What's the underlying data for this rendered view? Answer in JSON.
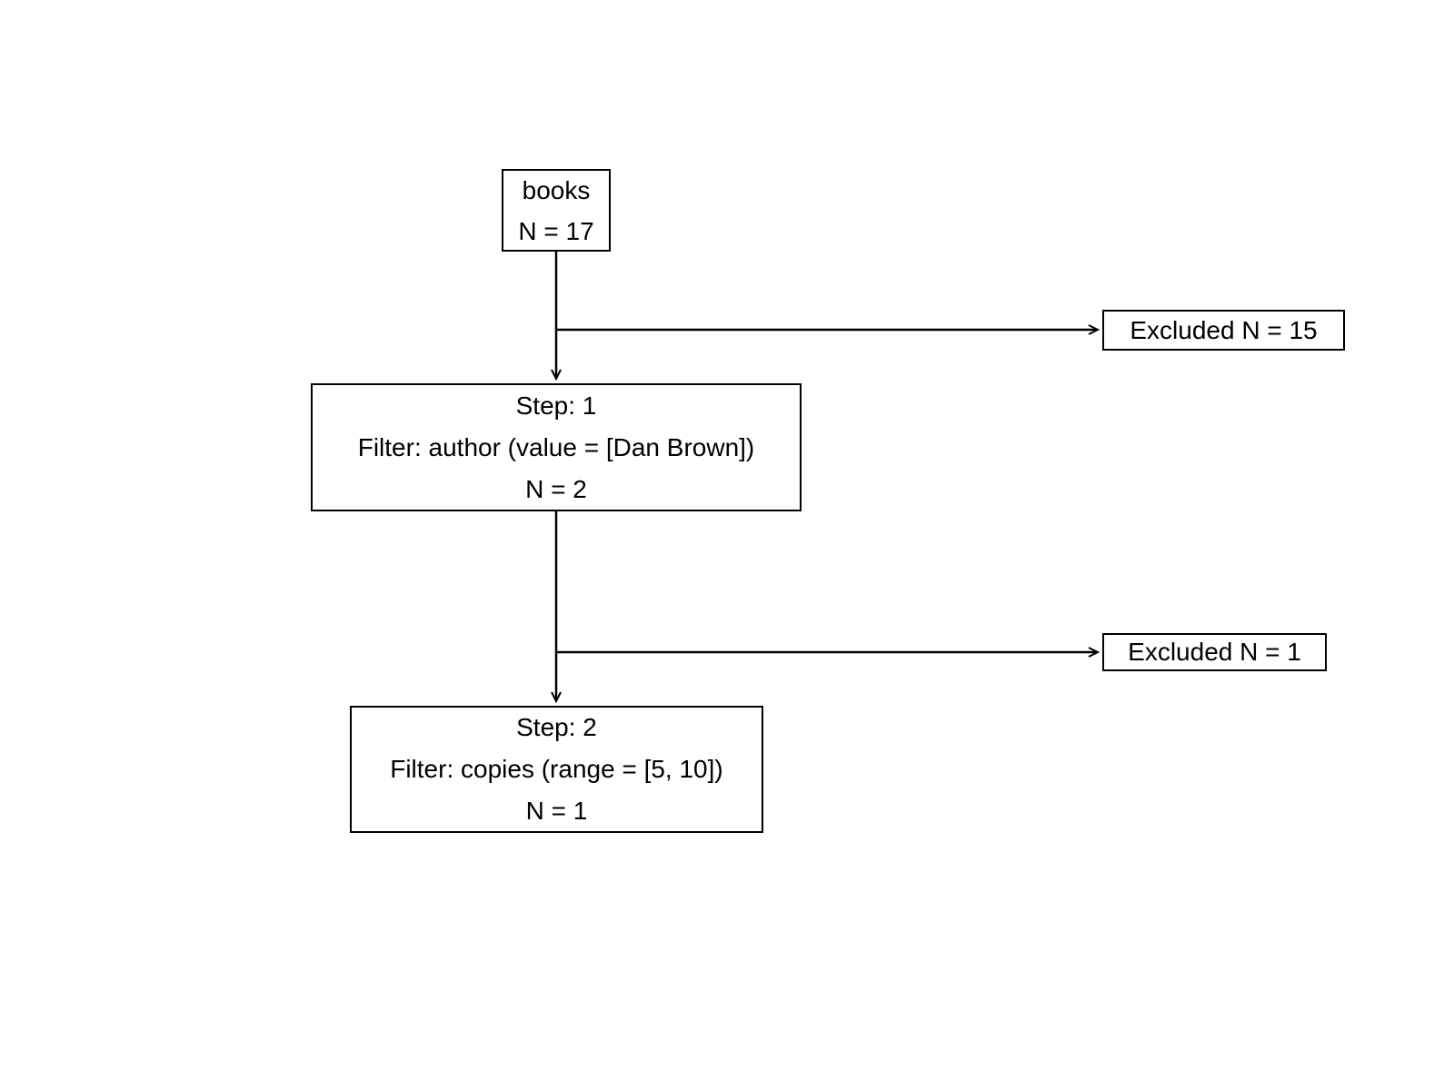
{
  "diagram": {
    "background_color": "#ffffff",
    "line_color": "#000000",
    "nodes": {
      "source": {
        "label": "books",
        "count": "N = 17"
      },
      "excluded_1": {
        "label": "Excluded N = 15"
      },
      "step_1": {
        "title": "Step: 1",
        "filter": "Filter: author (value = [Dan Brown])",
        "count": "N = 2"
      },
      "excluded_2": {
        "label": "Excluded N = 1"
      },
      "step_2": {
        "title": "Step: 2",
        "filter": "Filter: copies (range = [5, 10])",
        "count": "N = 1"
      }
    }
  }
}
